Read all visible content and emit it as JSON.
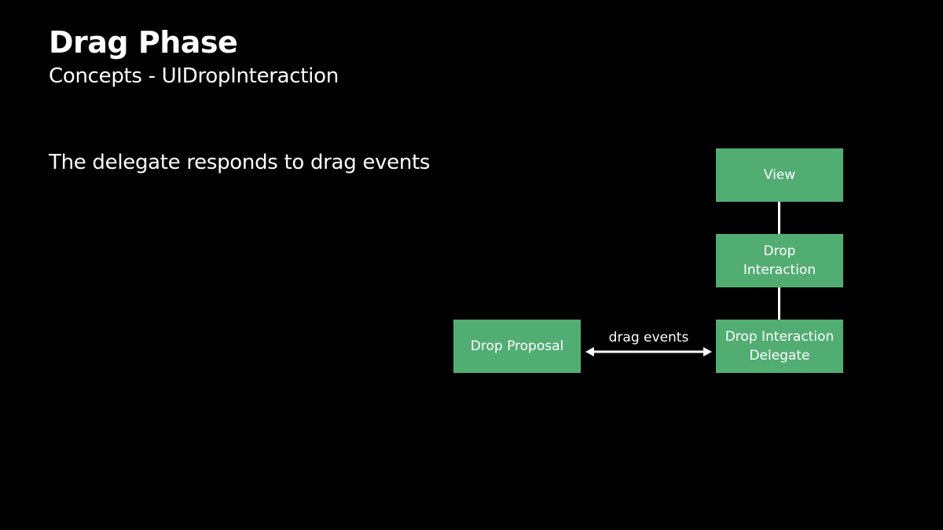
{
  "slide": {
    "title": "Drag Phase",
    "subtitle": "Concepts - UIDropInteraction",
    "bullet": "The delegate responds to drag events"
  },
  "diagram": {
    "box_color": "#52ad73",
    "nodes": {
      "view": {
        "lines": [
          "View"
        ]
      },
      "drop_interaction": {
        "lines": [
          "Drop",
          "Interaction"
        ]
      },
      "delegate": {
        "lines": [
          "Drop Interaction",
          "Delegate"
        ]
      },
      "proposal": {
        "lines": [
          "Drop Proposal"
        ]
      }
    },
    "edges": {
      "drag_events": {
        "label": "drag events",
        "from": "Drop Proposal",
        "to": "Drop Interaction Delegate",
        "direction": "bidirectional"
      }
    }
  }
}
